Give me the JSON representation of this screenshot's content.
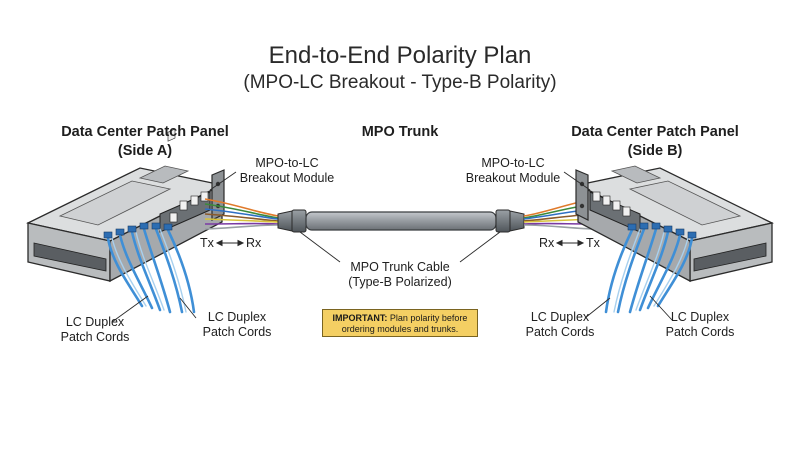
{
  "title": "End-to-End Polarity Plan",
  "subtitle": "(MPO-LC Breakout - Type-B Polarity)",
  "side_a": {
    "heading_line1": "Data Center Patch Panel",
    "heading_line2": "(Side A)",
    "module_line1": "MPO-to-LC",
    "module_line2": "Breakout Module",
    "tx": "Tx",
    "rx": "Rx",
    "cords_left_line1": "LC Duplex",
    "cords_left_line2": "Patch Cords",
    "cords_right_line1": "LC Duplex",
    "cords_right_line2": "Patch Cords"
  },
  "trunk": {
    "heading": "MPO Trunk",
    "cable_line1": "MPO Trunk Cable",
    "cable_line2": "(Type-B Polarized)"
  },
  "side_b": {
    "heading_line1": "Data Center Patch Panel",
    "heading_line2": "(Side B)",
    "module_line1": "MPO-to-LC",
    "module_line2": "Breakout Module",
    "rx": "Rx",
    "tx": "Tx",
    "cords_left_line1": "LC Duplex",
    "cords_left_line2": "Patch Cords",
    "cords_right_line1": "LC Duplex",
    "cords_right_line2": "Patch Cords"
  },
  "note": {
    "important": "IMPORTANT:",
    "text": "Plan polarity before ordering modules and trunks."
  },
  "colors": {
    "fiber_blue": "#3f8fd6",
    "fiber_light": "#a8d0ee",
    "trunk_gray": "#8a8f94",
    "chassis_gray": "#c9cbcd",
    "note_yellow": "#f4cf63"
  }
}
